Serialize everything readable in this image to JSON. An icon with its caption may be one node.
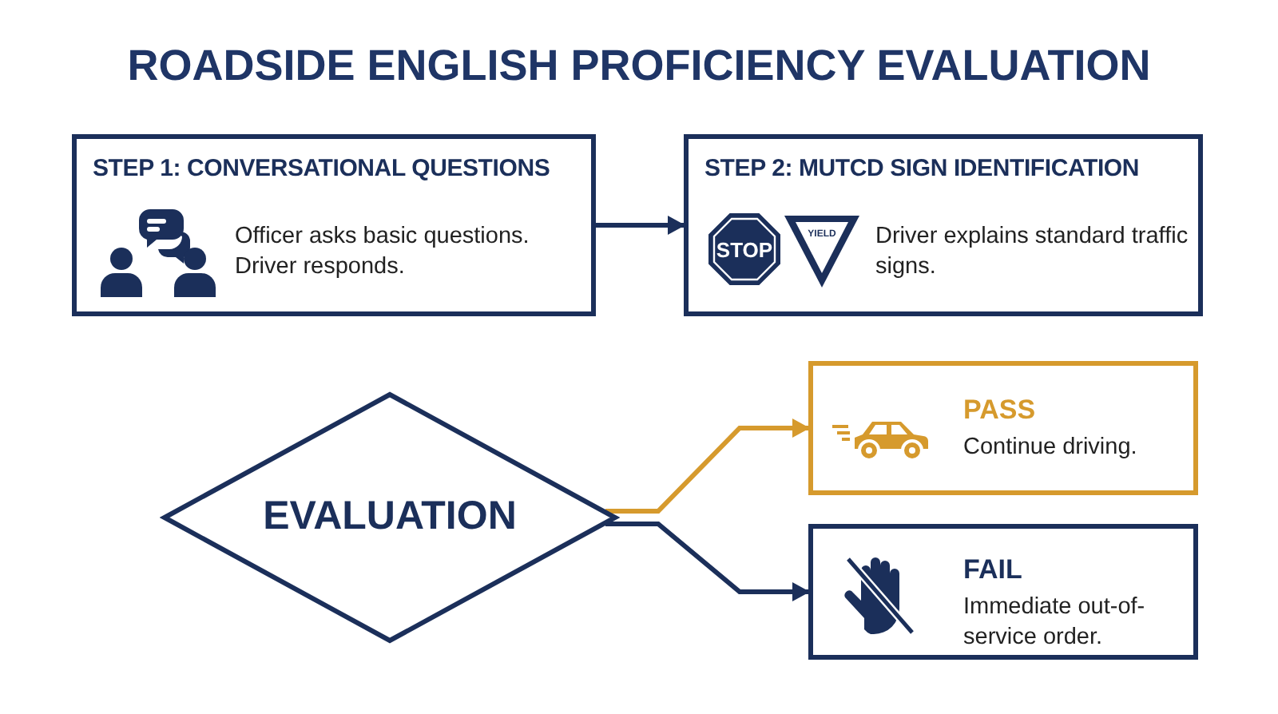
{
  "diagram": {
    "title": "ROADSIDE ENGLISH PROFICIENCY EVALUATION",
    "nodes": [
      {
        "text": [
          "STEP 1: CONVERSATIONAL QUESTIONS",
          "Officer asks basic questions. Driver responds."
        ]
      },
      {
        "text": [
          "STEP 2: MUTCD SIGN IDENTIFICATION",
          "Driver explains standard traffic signs."
        ]
      },
      {
        "text": [
          "EVALUATION"
        ]
      },
      {
        "text": [
          "PASS",
          "Continue driving."
        ]
      },
      {
        "text": [
          "FAIL",
          "Immediate out-of-service order."
        ]
      }
    ],
    "edges": [
      {
        "from": 0,
        "to": 1,
        "arrow": "to"
      },
      {
        "from": 2,
        "to": 3,
        "arrow": "to",
        "color": "#d69a2d"
      },
      {
        "from": 2,
        "to": 4,
        "arrow": "to"
      }
    ],
    "labels": [
      "STOP",
      "YIELD"
    ]
  }
}
